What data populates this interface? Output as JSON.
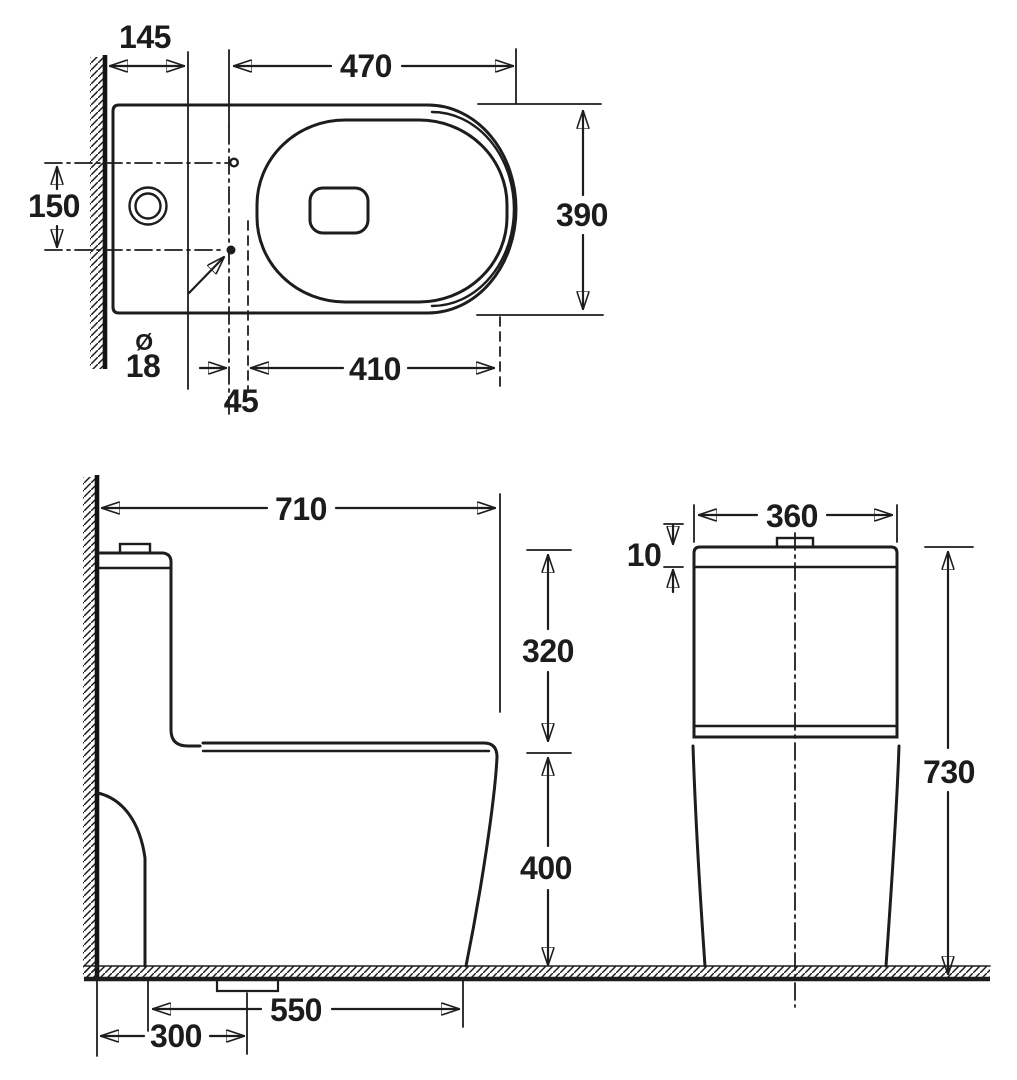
{
  "dims": {
    "top": {
      "wall_to_tank_front": "145",
      "rim_opening_width": "470",
      "hole_spacing": "150",
      "bowl_width": "390",
      "hole_dia_symbol": "Ø",
      "hole_dia": "18",
      "hole_offset": "45",
      "seat_opening_length": "410"
    },
    "side": {
      "overall_depth": "710",
      "tank_height_above_seat": "320",
      "seat_height": "400",
      "base_length": "550",
      "outlet_from_wall": "300"
    },
    "front": {
      "tank_width": "360",
      "lid_thickness": "10",
      "overall_height": "730"
    }
  }
}
